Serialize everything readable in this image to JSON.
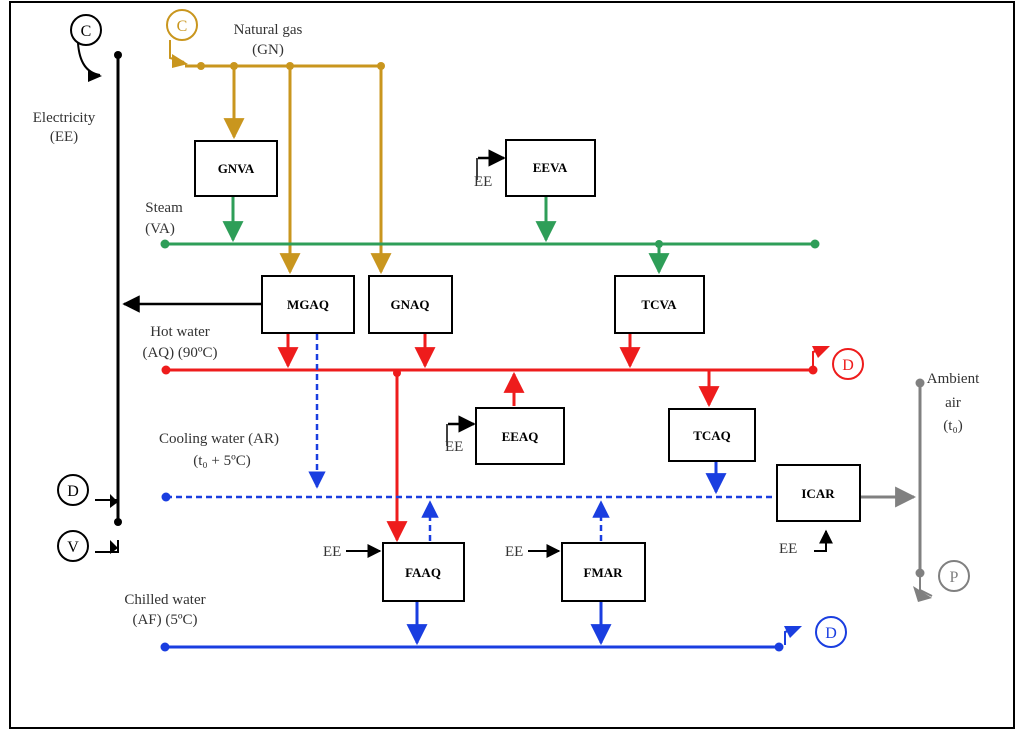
{
  "colors": {
    "gas": "#c9961e",
    "steam": "#2e9e58",
    "hot": "#ee1c1c",
    "cooling": "#1a3ee0",
    "chilled": "#1a3ee0",
    "electric": "#000000",
    "ambient": "#808080"
  },
  "labels": {
    "natural_gas_1": "Natural gas",
    "natural_gas_2": "(GN)",
    "electricity_1": "Electricity",
    "electricity_2": "(EE)",
    "steam_1": "Steam",
    "steam_2": "(VA)",
    "hot_water_1": "Hot water",
    "hot_water_2": "(AQ) (90ºC)",
    "cooling_water_1": "Cooling water (AR)",
    "cooling_water_2": "(t₀ + 5ºC)",
    "chilled_water_1": "Chilled water",
    "chilled_water_2": "(AF) (5ºC)",
    "ambient_1": "Ambient",
    "ambient_2": "air",
    "ambient_3": "(t₀)"
  },
  "boxes": {
    "gnva": "GNVA",
    "eeva": "EEVA",
    "mgaq": "MGAQ",
    "gnaq": "GNAQ",
    "tcva": "TCVA",
    "eeaq": "EEAQ",
    "tcaq": "TCAQ",
    "icar": "ICAR",
    "faaq": "FAAQ",
    "fmar": "FMAR"
  },
  "ee_inputs": {
    "eeva": "EE",
    "eeaq": "EE",
    "faaq": "EE",
    "fmar": "EE",
    "icar": "EE"
  },
  "nodes": {
    "c_black": "C",
    "c_gas": "C",
    "d_hot": "D",
    "d_black": "D",
    "v_black": "V",
    "d_chilled": "D",
    "p_ambient": "P"
  }
}
